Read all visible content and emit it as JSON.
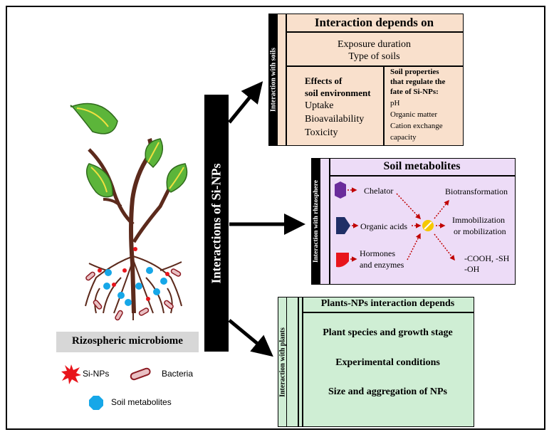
{
  "center_label": "Interactions of Si-NPs",
  "soils": {
    "side_label": "Interaction with soils",
    "title": "Interaction depends on",
    "line1": "Exposure duration",
    "line2": "Type of soils",
    "left_heading1": "Effects of",
    "left_heading2": "soil environment",
    "left_items": [
      "Uptake",
      "Bioavailability",
      "Toxicity"
    ],
    "right_heading1": "Soil    properties",
    "right_heading2": "that   regulate  the",
    "right_heading3": "fate of Si-NPs:",
    "right_items": [
      "pH",
      "Organic matter",
      "Cation    exchange",
      "capacity"
    ]
  },
  "rhizosphere": {
    "side_label": "Interaction with rhizosphere",
    "title": "Soil metabolites",
    "chelator": "Chelator",
    "organic_acids": "Organic  acids",
    "hormones1": "Hormones",
    "hormones2": "and enzymes",
    "biotransformation": "Biotransformation",
    "immob1": "Immobilization",
    "immob2": "or mobilization",
    "groups1": "-COOH, -SH",
    "groups2": "-OH"
  },
  "plants": {
    "side_label": "Interaction with plants",
    "title": "Plants-NPs interaction  depends",
    "items": [
      "Plant species and growth stage",
      "Experimental   conditions",
      "Size and aggregation of NPs"
    ]
  },
  "microbiome_label": "Rizospheric  microbiome",
  "legend": {
    "sinps": "Si-NPs",
    "bacteria": "Bacteria",
    "metabolites": "Soil metabolites"
  },
  "colors": {
    "soils_bg": "#f9e0cc",
    "rhizo_bg": "#eddcf7",
    "plants_bg": "#cfeed4",
    "nps_red": "#e8141b",
    "metabolite_blue": "#16a7e8",
    "leaf_green": "#5cb53a",
    "stem_brown": "#5c2a1c"
  }
}
